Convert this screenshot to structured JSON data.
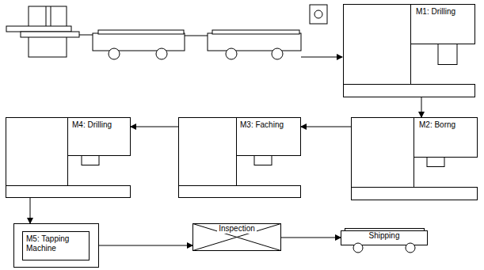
{
  "diagram": {
    "nodes": [
      {
        "text": [
          "M1: Drilling"
        ]
      },
      {
        "text": [
          "M2: Borng"
        ]
      },
      {
        "text": [
          "M3: Faching"
        ]
      },
      {
        "text": [
          "M4: Drilling"
        ]
      },
      {
        "text": [
          "M5: Tapping Machine"
        ]
      },
      {
        "text": [
          "Inspection"
        ]
      },
      {
        "text": [
          "Shipping"
        ]
      }
    ],
    "edges": [
      {
        "from": 0,
        "to": 1,
        "arrow": "to"
      },
      {
        "from": 1,
        "to": 2,
        "arrow": "to"
      },
      {
        "from": 2,
        "to": 3,
        "arrow": "to"
      },
      {
        "from": 3,
        "to": 4,
        "arrow": "to"
      },
      {
        "from": 4,
        "to": 5,
        "arrow": "to"
      },
      {
        "from": 5,
        "to": 6,
        "arrow": "to"
      }
    ]
  }
}
